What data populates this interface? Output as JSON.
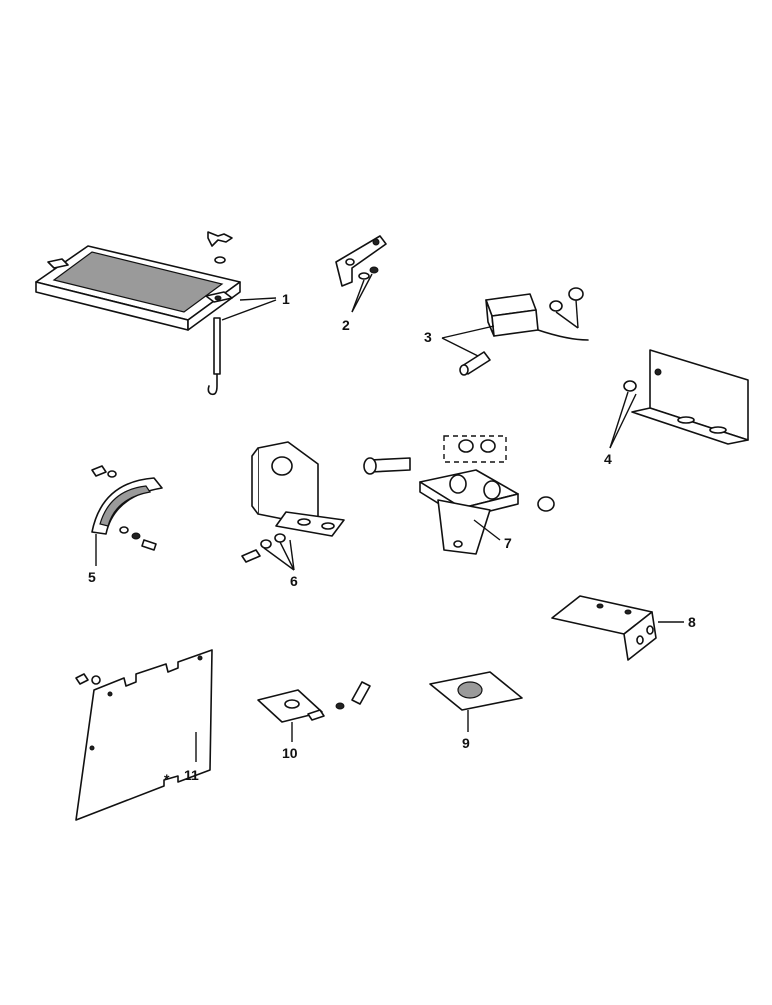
{
  "callouts": {
    "c1": "1",
    "c2": "2",
    "c3": "3",
    "c4": "4",
    "c5": "5",
    "c6": "6",
    "c7": "7",
    "c8": "8",
    "c9": "9",
    "c10": "10",
    "c11": "11",
    "asterisk": "*"
  }
}
